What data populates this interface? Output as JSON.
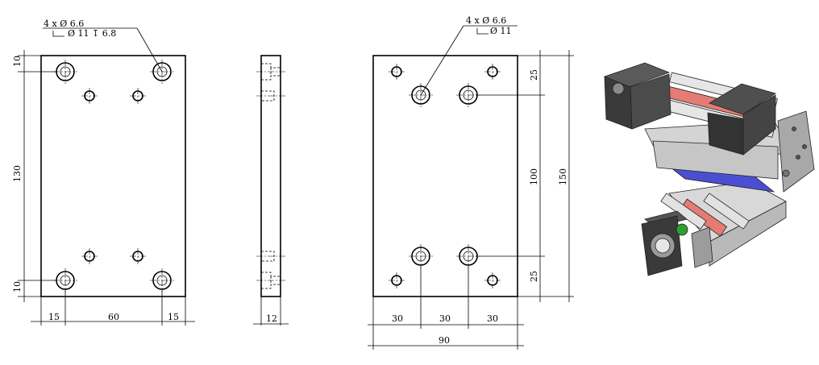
{
  "drawing": {
    "left_view": {
      "callout": {
        "line1": "4 x Ø 6.6",
        "line2": "Ø 11 ↧ 6.8"
      },
      "dims": {
        "top_offset": "10",
        "height": "130",
        "bottom_offset": "10",
        "left_margin": "15",
        "center_span": "60",
        "right_margin": "15"
      }
    },
    "side_view": {
      "dims": {
        "thickness": "12"
      }
    },
    "right_view": {
      "callout": {
        "line1": "4 x Ø 6.6",
        "line2": "Ø 11"
      },
      "dims": {
        "top": "25",
        "middle": "100",
        "bottom": "25",
        "overall_height": "150",
        "col1": "30",
        "col2": "30",
        "col3": "30",
        "overall_width": "90"
      }
    },
    "iso_view": {
      "accent_red": "#e47c74",
      "accent_blue": "#4a4fd1",
      "accent_green": "#2f9e2f",
      "frame_dark": "#3a3a3a"
    }
  }
}
